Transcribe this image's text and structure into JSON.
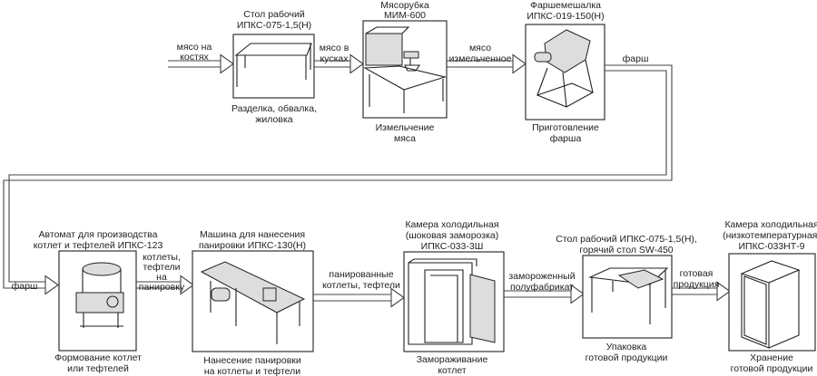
{
  "stages": [
    {
      "title": [
        "Стол рабочий",
        "ИПКС-075-1,5(Н)"
      ],
      "caption": [
        "Разделка, обвалка,",
        "жиловка"
      ]
    },
    {
      "title": [
        "Мясорубка",
        "МИМ-600"
      ],
      "caption": [
        "Измельчение",
        "мяса"
      ]
    },
    {
      "title": [
        "Фаршемешалка",
        "ИПКС-019-150(Н)"
      ],
      "caption": [
        "Приготовление",
        "фарша"
      ]
    },
    {
      "title": [
        "Автомат для производства",
        "котлет и тефтелей ИПКС-123"
      ],
      "caption": [
        "Формование котлет",
        "или тефтелей"
      ]
    },
    {
      "title": [
        "Машина для нанесения",
        "панировки ИПКС-130(Н)"
      ],
      "caption": [
        "Нанесение панировки",
        "на котлеты и тефтели"
      ]
    },
    {
      "title": [
        "Камера холодильная",
        "(шоковая заморозка)",
        "ИПКС-033-3Ш"
      ],
      "caption": [
        "Замораживание",
        "котлет"
      ]
    },
    {
      "title": [
        "Стол рабочий ИПКС-075-1,5(Н),",
        "горячий стол SW-450"
      ],
      "caption": [
        "Упаковка",
        "готовой продукции"
      ]
    },
    {
      "title": [
        "Камера холодильная",
        "(низкотемпературная)",
        "ИПКС-033НТ-9"
      ],
      "caption": [
        "Хранение",
        "готовой продукции"
      ]
    }
  ],
  "flows": [
    [
      "мясо на",
      "костях"
    ],
    [
      "мясо в",
      "кусках"
    ],
    [
      "мясо",
      "измельченное"
    ],
    [
      "фарш"
    ],
    [
      "фарш"
    ],
    [
      "котлеты,",
      "тефтели",
      "на",
      "панировку"
    ],
    [
      "панированные",
      "котлеты, тефтели"
    ],
    [
      "замороженный",
      "полуфабрикат"
    ],
    [
      "готовая",
      "продукция"
    ]
  ]
}
